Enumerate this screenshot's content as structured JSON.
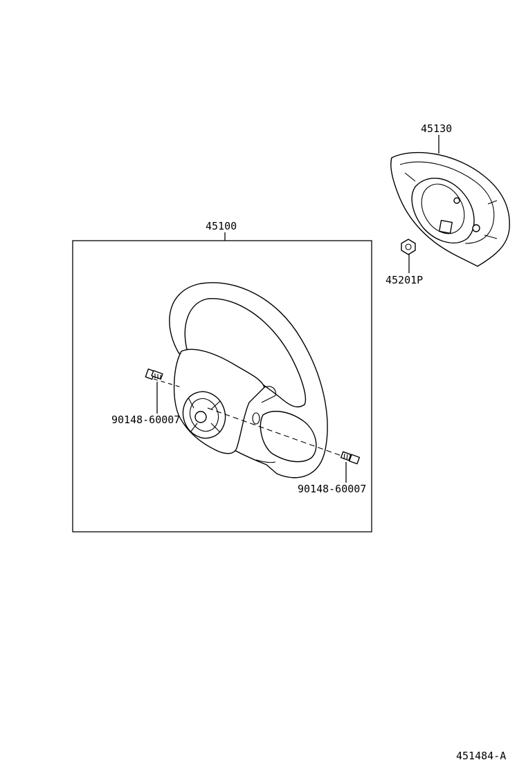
{
  "labels": {
    "wheel_assy": "45100",
    "pad": "45130",
    "nut": "45201P",
    "bolt_left": "90148-60007",
    "bolt_right": "90148-60007",
    "figure_code": "451484-A"
  },
  "colors": {
    "ink": "#000000",
    "paper": "#ffffff"
  }
}
